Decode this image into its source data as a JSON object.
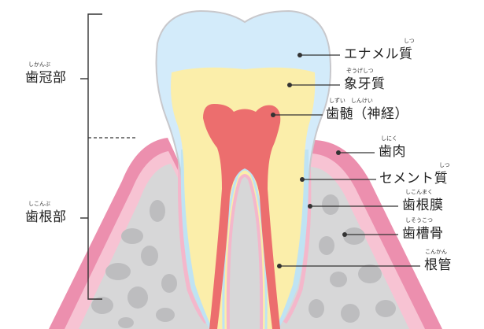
{
  "colors": {
    "gum": "#ec8fae",
    "gum_light": "#f7c3d3",
    "bone": "#d7d7d8",
    "bone_hole": "#bdbdbf",
    "enamel": "#d3ebfa",
    "dentin": "#fbeeaa",
    "pulp": "#ec6e6e",
    "cementum": "#bfe3f3",
    "ligament": "#f4b7cb",
    "outline": "#c8c8cc",
    "leader": "#333333"
  },
  "regions": {
    "crown": {
      "label": "歯冠部",
      "ruby": "しかんぶ"
    },
    "root": {
      "label": "歯根部",
      "ruby": "しこんぶ"
    }
  },
  "parts": [
    {
      "id": "enamel",
      "label": "エナメル質",
      "ruby": "しつ"
    },
    {
      "id": "dentin",
      "label": "象牙質",
      "ruby": "ぞうげしつ"
    },
    {
      "id": "pulp",
      "label": "歯髄（神経）",
      "ruby": "しずい　しんけい"
    },
    {
      "id": "gum",
      "label": "歯肉",
      "ruby": "しにく"
    },
    {
      "id": "cementum",
      "label": "セメント質",
      "ruby": "しつ"
    },
    {
      "id": "ligament",
      "label": "歯根膜",
      "ruby": "しこんまく"
    },
    {
      "id": "alveolar-bone",
      "label": "歯槽骨",
      "ruby": "しそうこつ"
    },
    {
      "id": "root-canal",
      "label": "根管",
      "ruby": "こんかん"
    }
  ]
}
